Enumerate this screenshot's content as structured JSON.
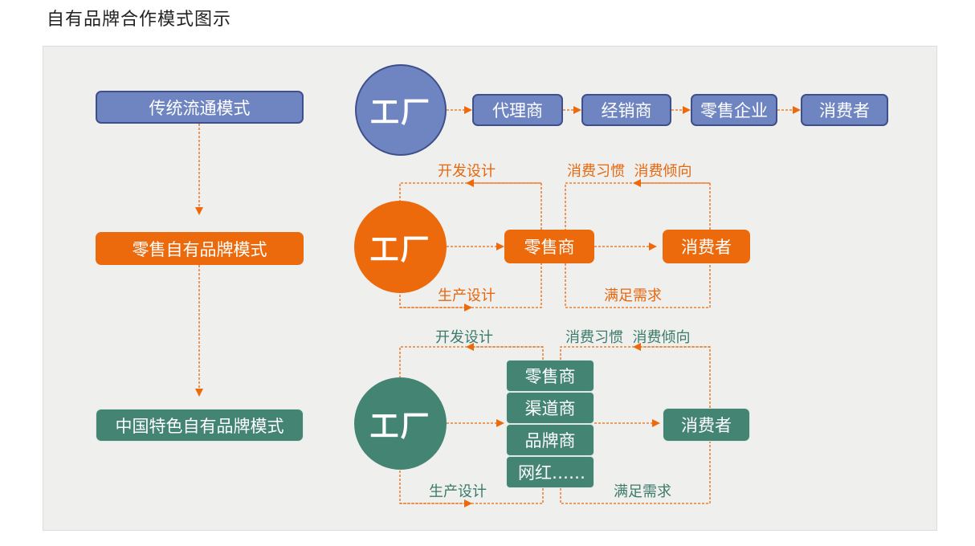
{
  "title": "自有品牌合作模式图示",
  "colors": {
    "blue": "#6f85c2",
    "orange": "#ec6a0c",
    "green": "#438472",
    "arrow": "#ec6a0c"
  },
  "left_column": [
    "传统流通模式",
    "零售自有品牌模式",
    "中国特色自有品牌模式"
  ],
  "row1": {
    "factory": "工厂",
    "chain": [
      "代理商",
      "经销商",
      "零售企业",
      "消费者"
    ]
  },
  "row2": {
    "factory": "工厂",
    "retailer": "零售商",
    "consumer": "消费者",
    "top_left": "开发设计",
    "bottom_left": "生产设计",
    "top_right": "消费习惯  消费倾向",
    "bottom_right": "满足需求"
  },
  "row3": {
    "factory": "工厂",
    "intermediaries": [
      "零售商",
      "渠道商",
      "品牌商",
      "网红……"
    ],
    "consumer": "消费者",
    "top_left": "开发设计",
    "bottom_left": "生产设计",
    "top_right": "消费习惯  消费倾向",
    "bottom_right": "满足需求"
  }
}
